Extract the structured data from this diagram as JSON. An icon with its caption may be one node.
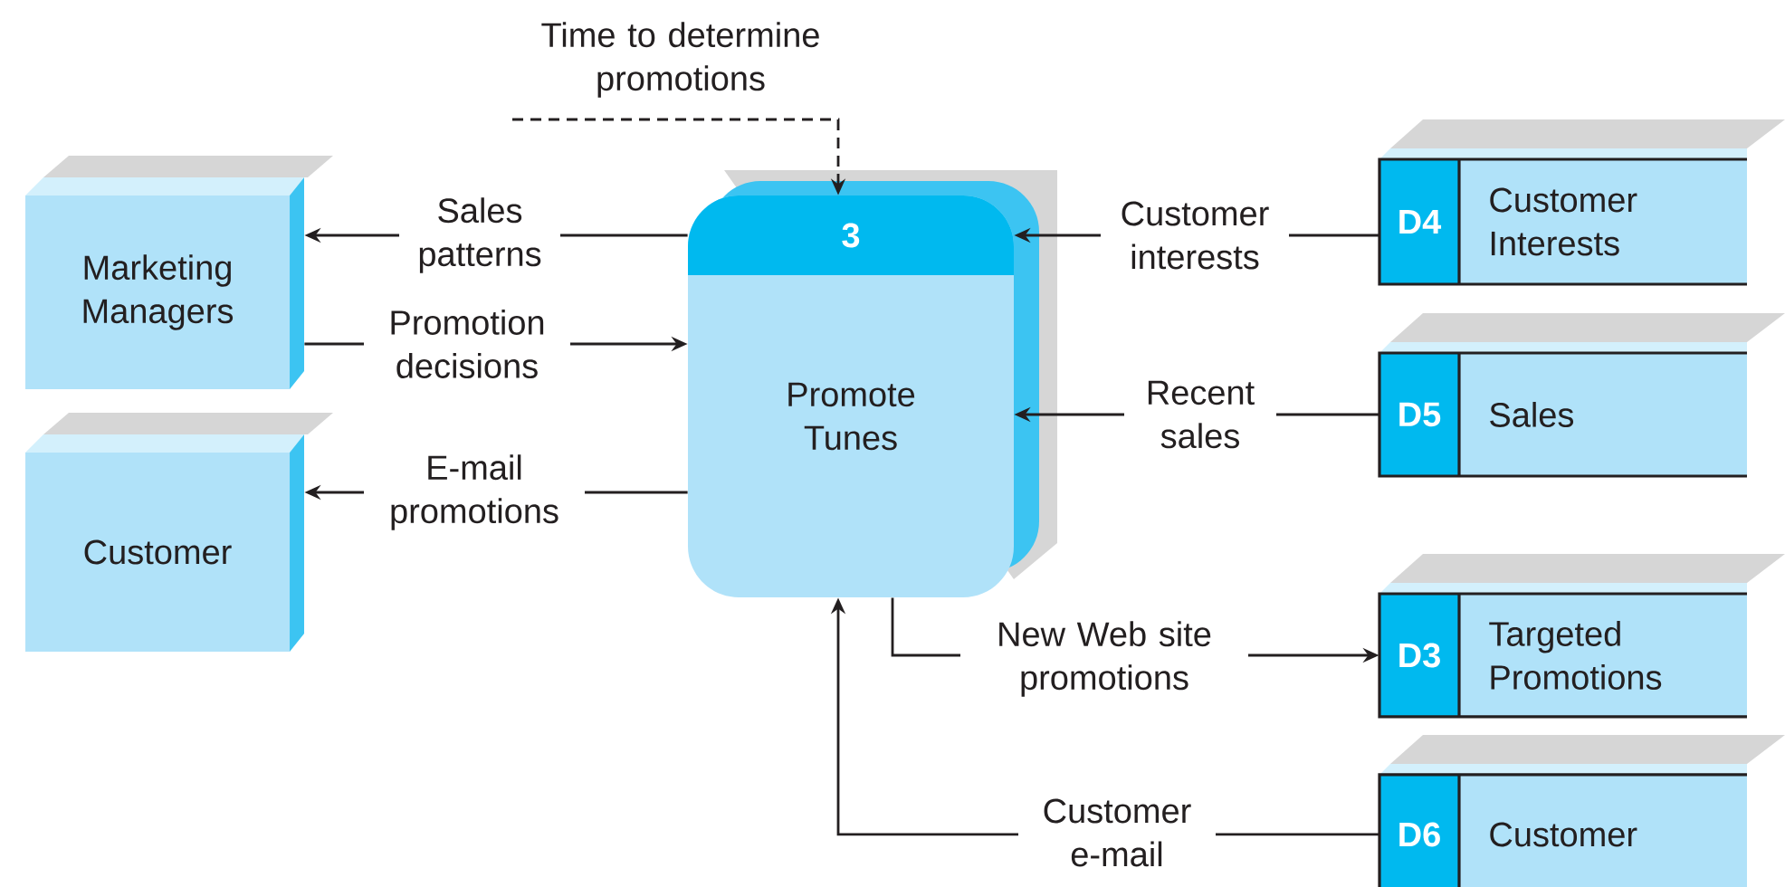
{
  "diagram": {
    "nodes": [
      {
        "text": [
          "Marketing Managers"
        ]
      },
      {
        "text": [
          "Customer"
        ]
      },
      {
        "text": [
          "3",
          "Promote Tunes"
        ]
      },
      {
        "text": [
          "D4",
          "Customer Interests"
        ]
      },
      {
        "text": [
          "D5",
          "Sales"
        ]
      },
      {
        "text": [
          "D3",
          "Targeted Promotions"
        ]
      },
      {
        "text": [
          "D6",
          "Customer"
        ]
      }
    ],
    "edges": [
      {
        "from": null,
        "to": 2,
        "arrow": "to",
        "style": "dashed",
        "label": "Time to determine promotions"
      },
      {
        "from": 2,
        "to": 0,
        "arrow": "to",
        "label": "Sales patterns"
      },
      {
        "from": 0,
        "to": 2,
        "arrow": "to",
        "label": "Promotion decisions"
      },
      {
        "from": 2,
        "to": 1,
        "arrow": "to",
        "label": "E-mail promotions"
      },
      {
        "from": 3,
        "to": 2,
        "arrow": "to",
        "label": "Customer interests"
      },
      {
        "from": 4,
        "to": 2,
        "arrow": "to",
        "label": "Recent sales"
      },
      {
        "from": 2,
        "to": 5,
        "arrow": "to",
        "label": "New Web site promotions"
      },
      {
        "from": 6,
        "to": 2,
        "arrow": "to",
        "label": "Customer e-mail"
      }
    ]
  }
}
